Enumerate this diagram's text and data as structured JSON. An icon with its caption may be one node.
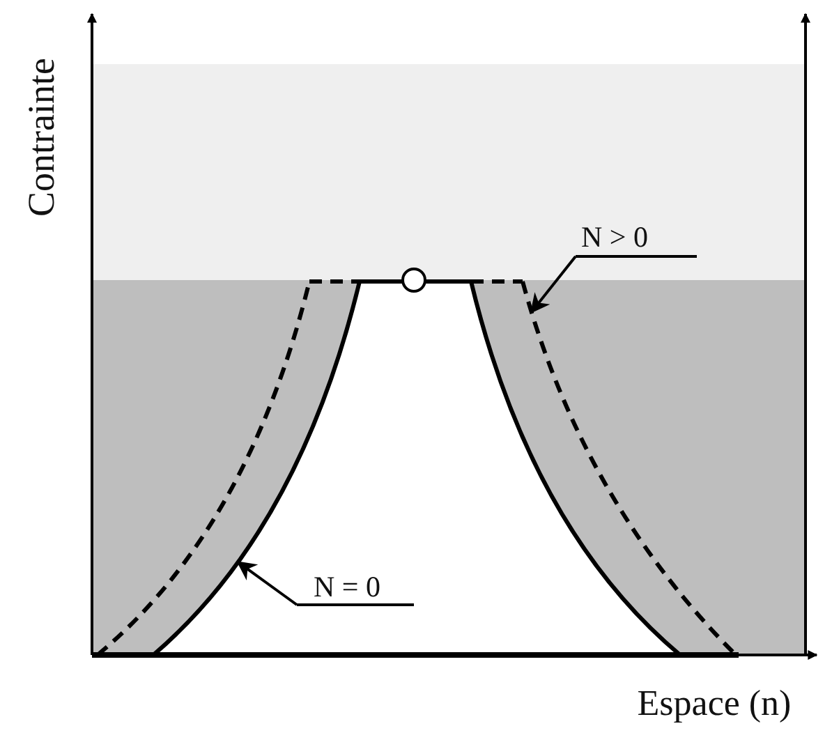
{
  "diagram": {
    "nodes": [
      {
        "text": [
          "N > 0"
        ]
      },
      {
        "text": [],
        "shape": "curve"
      },
      {
        "text": [
          "N = 0"
        ]
      },
      {
        "text": [],
        "shape": "curve"
      }
    ],
    "edges": [
      {
        "from": 0,
        "to": 3,
        "arrow": "to"
      },
      {
        "from": 2,
        "to": 1,
        "arrow": "to"
      }
    ],
    "labels": [
      "Contrainte",
      "Espace (n)"
    ]
  }
}
